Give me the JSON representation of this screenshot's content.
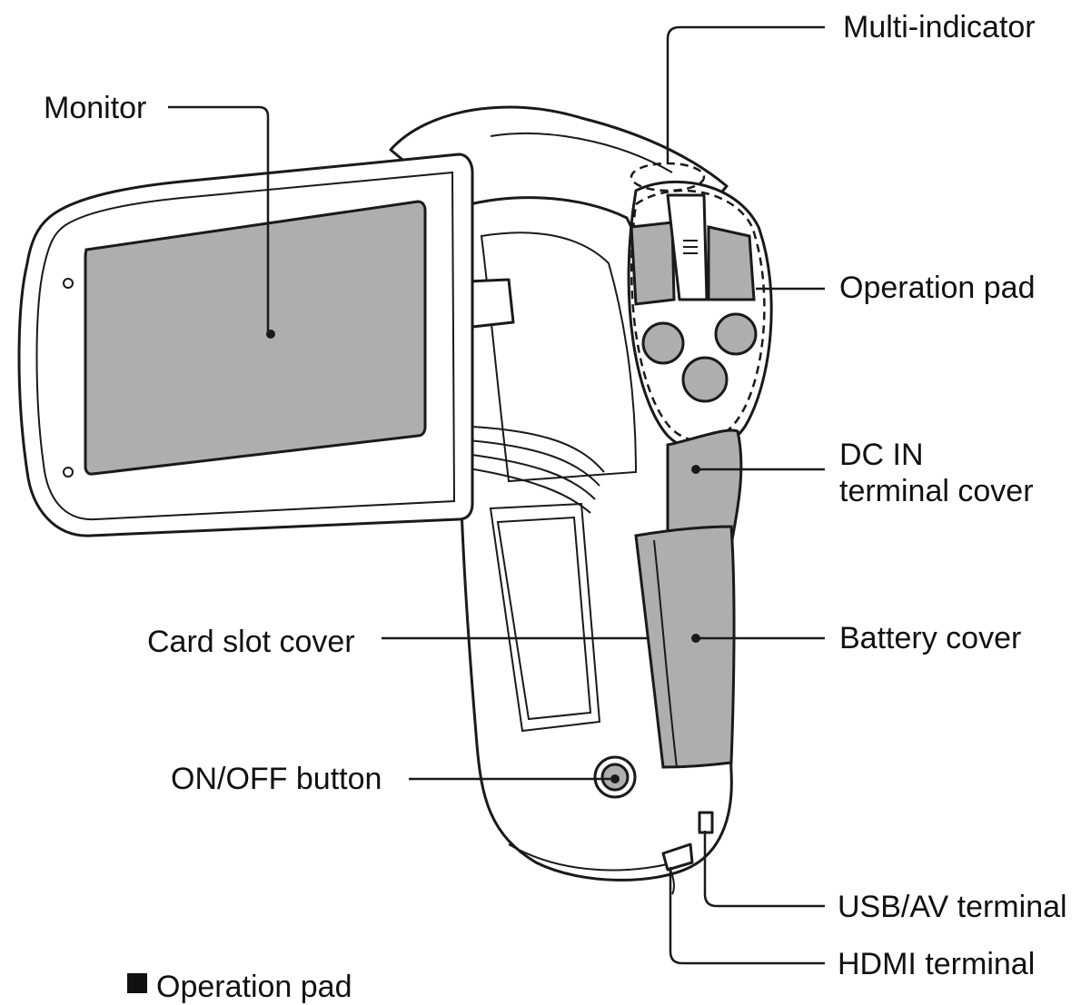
{
  "labels": {
    "monitor": "Monitor",
    "multi_indicator": "Multi-indicator",
    "operation_pad": "Operation pad",
    "dc_in_line1": "DC IN",
    "dc_in_line2": "terminal cover",
    "battery_cover": "Battery cover",
    "card_slot_cover": "Card slot cover",
    "on_off_button": "ON/OFF button",
    "usb_av_terminal": "USB/AV terminal",
    "hdmi_terminal": "HDMI terminal"
  },
  "section_heading": "Operation pad",
  "colors": {
    "line": "#1a1a1a",
    "panel_gray": "#aeaeae",
    "background": "#ffffff"
  }
}
